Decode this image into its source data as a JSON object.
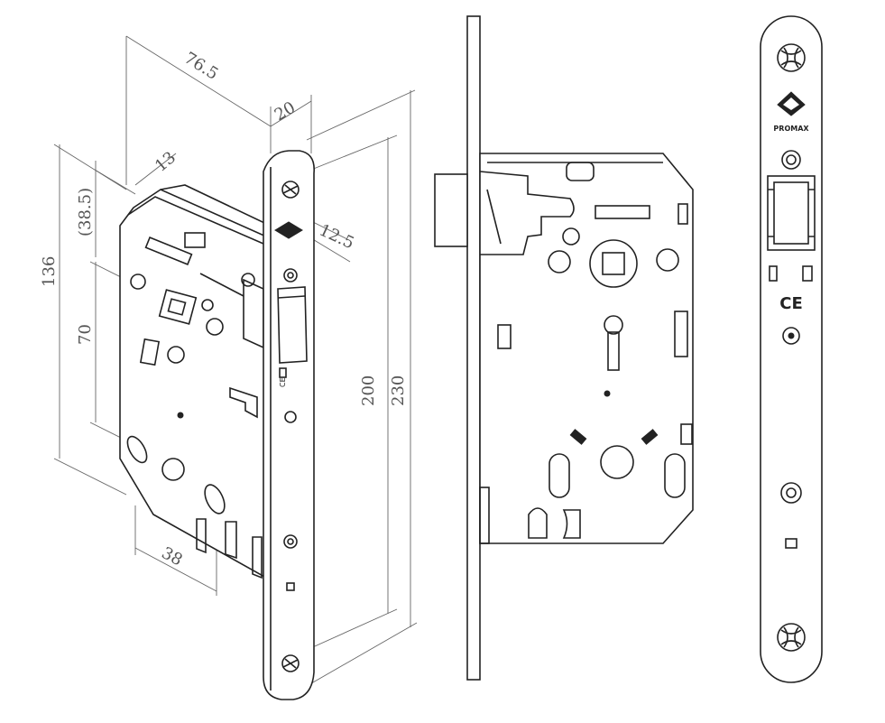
{
  "dimensions": {
    "backset": "76.5",
    "faceplate_width": "20",
    "d13": "13",
    "d38_5": "(38.5)",
    "height_136": "136",
    "d70": "70",
    "d12_5": "12.5",
    "d38": "38",
    "d200": "200",
    "d230": "230"
  },
  "faceplate_marks": {
    "brand": "PROMAX",
    "ce": "CE"
  }
}
